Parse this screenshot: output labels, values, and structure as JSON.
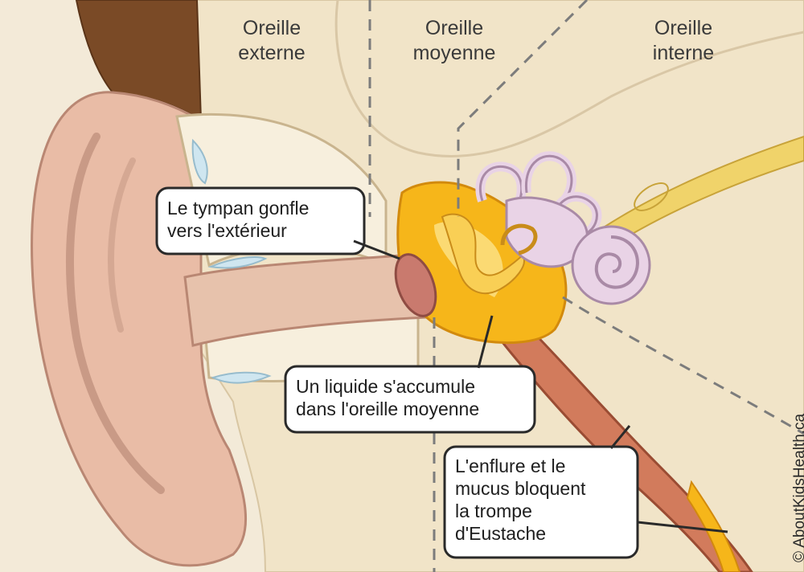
{
  "regions": {
    "outer": "Oreille\nexterne",
    "middle": "Oreille\nmoyenne",
    "inner": "Oreille\ninterne"
  },
  "callouts": {
    "eardrum": "Le tympan gonfle\nvers l'extérieur",
    "fluid": "Un liquide s'accumule\ndans l'oreille moyenne",
    "eustachian": "L'enflure et le\nmucus bloquent\nla trompe\nd'Eustache"
  },
  "copyright": "© AboutKidsHealth.ca",
  "colors": {
    "background": "#f3ead8",
    "skin": "#e9bca6",
    "hair": "#7a4a26",
    "fluid": "#f6b61a",
    "cochlea": "#e9d3e6",
    "nerve": "#f0d36a",
    "eustachian_tube": "#d27b5c"
  }
}
